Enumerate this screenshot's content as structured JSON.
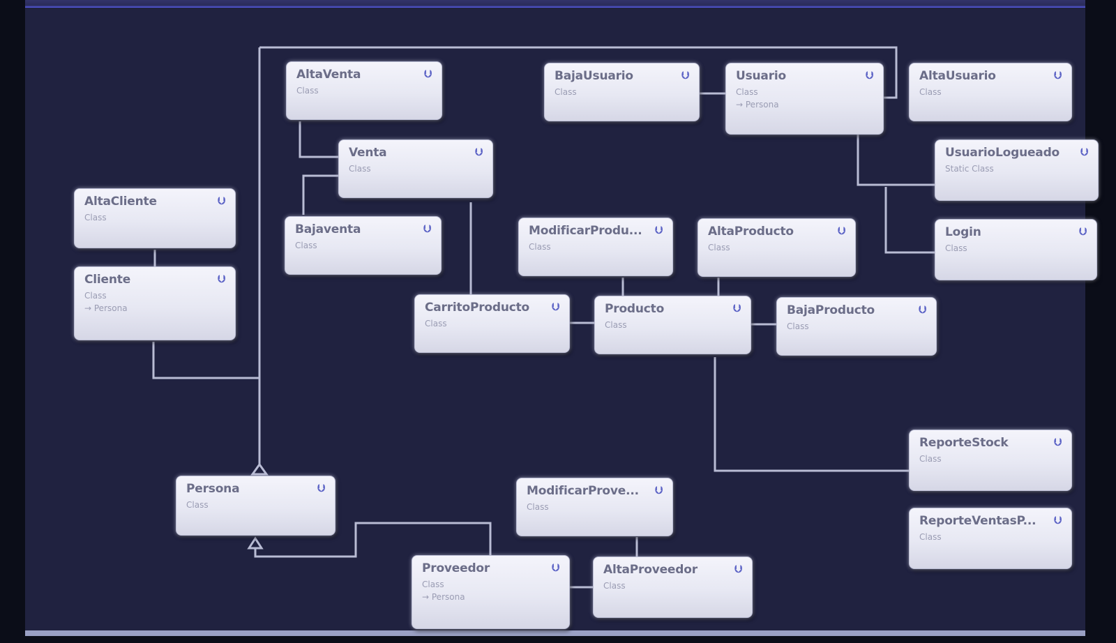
{
  "diagram": {
    "shapes": {
      "altaventa": {
        "name": "AltaVenta",
        "kind": "Class"
      },
      "bajausuario": {
        "name": "BajaUsuario",
        "kind": "Class"
      },
      "usuario": {
        "name": "Usuario",
        "kind": "Class",
        "base": "Persona"
      },
      "altausuario": {
        "name": "AltaUsuario",
        "kind": "Class"
      },
      "venta": {
        "name": "Venta",
        "kind": "Class"
      },
      "usuariologueado": {
        "name": "UsuarioLogueado",
        "kind": "Static Class"
      },
      "alticliente": {
        "name": "AltaCliente",
        "kind": "Class"
      },
      "bajaventa": {
        "name": "Bajaventa",
        "kind": "Class"
      },
      "modificarproducto": {
        "name": "ModificarProdu...",
        "kind": "Class"
      },
      "altaproducto": {
        "name": "AltaProducto",
        "kind": "Class"
      },
      "login": {
        "name": "Login",
        "kind": "Class"
      },
      "cliente": {
        "name": "Cliente",
        "kind": "Class",
        "base": "Persona"
      },
      "carritoproducto": {
        "name": "CarritoProducto",
        "kind": "Class"
      },
      "producto": {
        "name": "Producto",
        "kind": "Class"
      },
      "bajaproducto": {
        "name": "BajaProducto",
        "kind": "Class"
      },
      "reportestock": {
        "name": "ReporteStock",
        "kind": "Class"
      },
      "persona": {
        "name": "Persona",
        "kind": "Class"
      },
      "modificarproveedor": {
        "name": "ModificarProve...",
        "kind": "Class"
      },
      "reporteventas": {
        "name": "ReporteVentasP...",
        "kind": "Class"
      },
      "proveedor": {
        "name": "Proveedor",
        "kind": "Class",
        "base": "Persona"
      },
      "altaproveedor": {
        "name": "AltaProveedor",
        "kind": "Class"
      }
    },
    "expand_icon": "chevron-down-icon",
    "inherit_icon": "inheritance-arrow-icon",
    "colors": {
      "canvas": "#202240",
      "connector": "#b9bcd4",
      "chevron": "#5d64c6"
    }
  }
}
